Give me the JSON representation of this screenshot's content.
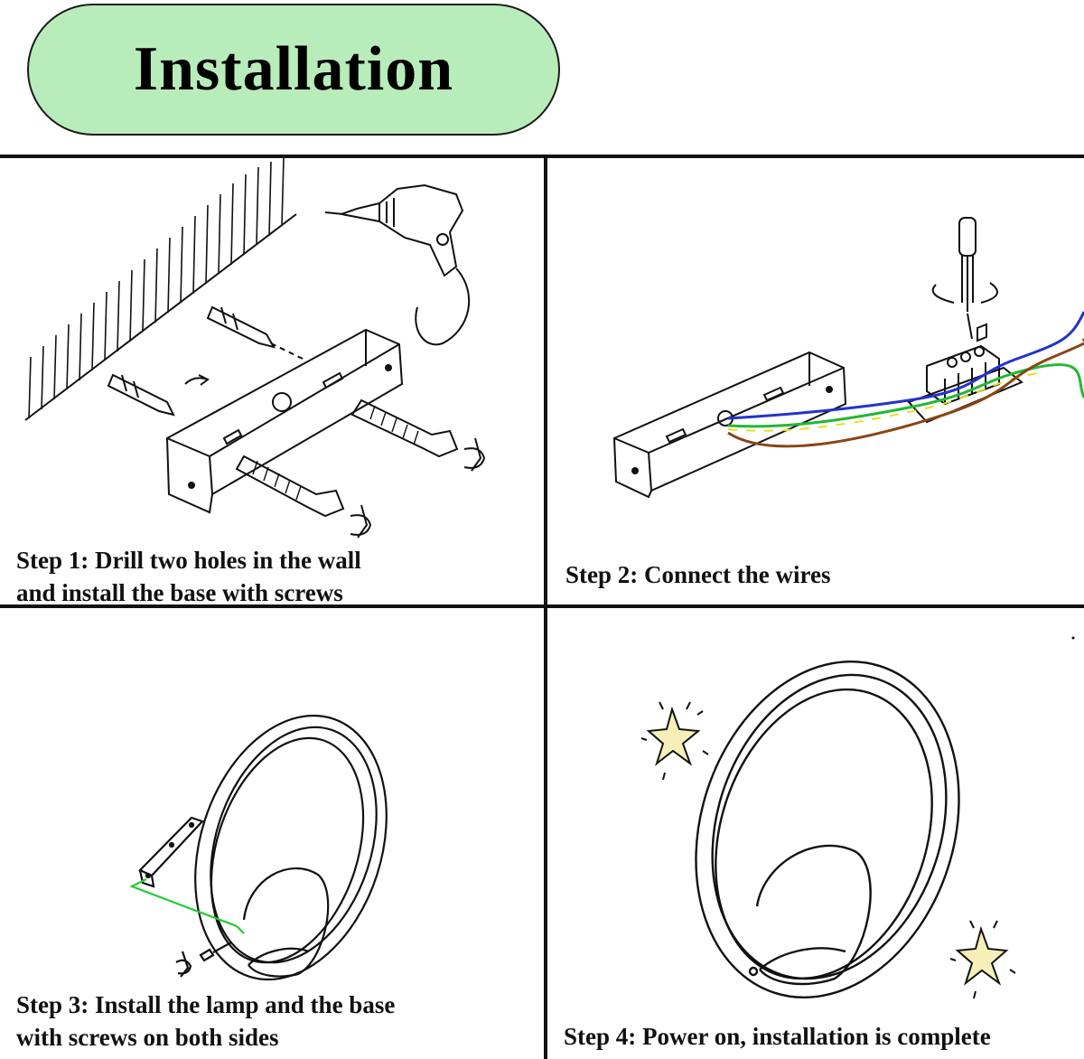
{
  "banner": {
    "title": "Installation",
    "fill": "#b9ecbb"
  },
  "steps": [
    {
      "line1": "Step 1: Drill two holes in the wall",
      "line2": "and install the base with screws"
    },
    {
      "line1": "Step 2: Connect the wires",
      "line2": ""
    },
    {
      "line1": "Step 3: Install the lamp and the base",
      "line2": "with screws on both sides"
    },
    {
      "line1": "Step 4: Power on, installation is complete",
      "line2": ""
    }
  ],
  "colors": {
    "wire_blue": "#2233cc",
    "wire_green": "#22b833",
    "wire_yellow": "#e8e020",
    "wire_brown": "#8b4513",
    "guide_green": "#22cc33",
    "star_fill": "#f6f0b8"
  }
}
